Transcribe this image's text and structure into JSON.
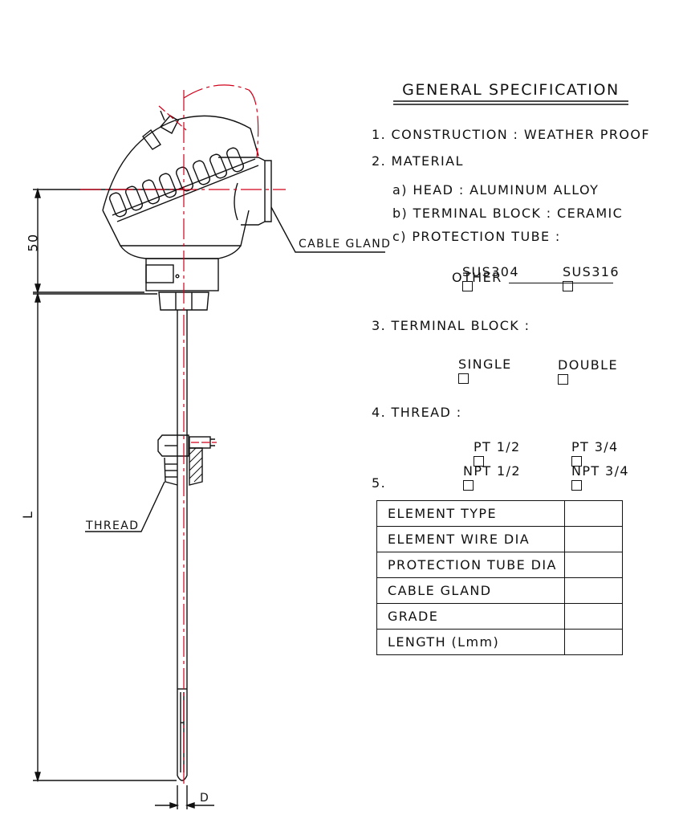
{
  "drawing": {
    "dim_head": "50",
    "dim_length": "L",
    "dim_dia": "D",
    "callout_cable_gland": "CABLE GLAND",
    "callout_thread": "THREAD"
  },
  "spec": {
    "title": "GENERAL SPECIFICATION",
    "construction": "1. CONSTRUCTION : WEATHER PROOF",
    "material": "2. MATERIAL",
    "head": "a) HEAD : ALUMINUM ALLOY",
    "terminal_block_material": "b) TERMINAL BLOCK : CERAMIC",
    "protection_tube": "c) PROTECTION TUBE :",
    "opt_sus304": "SUS304",
    "opt_sus316": "SUS316",
    "opt_other": "OTHER",
    "terminal_block": "3. TERMINAL BLOCK :",
    "opt_single": "SINGLE",
    "opt_double": "DOUBLE",
    "thread": "4. THREAD :",
    "opt_pt12": "PT 1/2",
    "opt_pt34": "PT 3/4",
    "opt_npt12": "NPT 1/2",
    "opt_npt34": "NPT 3/4",
    "item5": "5.",
    "table": {
      "row0": "ELEMENT TYPE",
      "row1": "ELEMENT WIRE DIA",
      "row2": "PROTECTION TUBE DIA",
      "row3": "CABLE GLAND",
      "row4": "GRADE",
      "row5": "LENGTH (Lmm)"
    }
  },
  "colors": {
    "line": "#111111",
    "centerline": "#d0021b"
  }
}
